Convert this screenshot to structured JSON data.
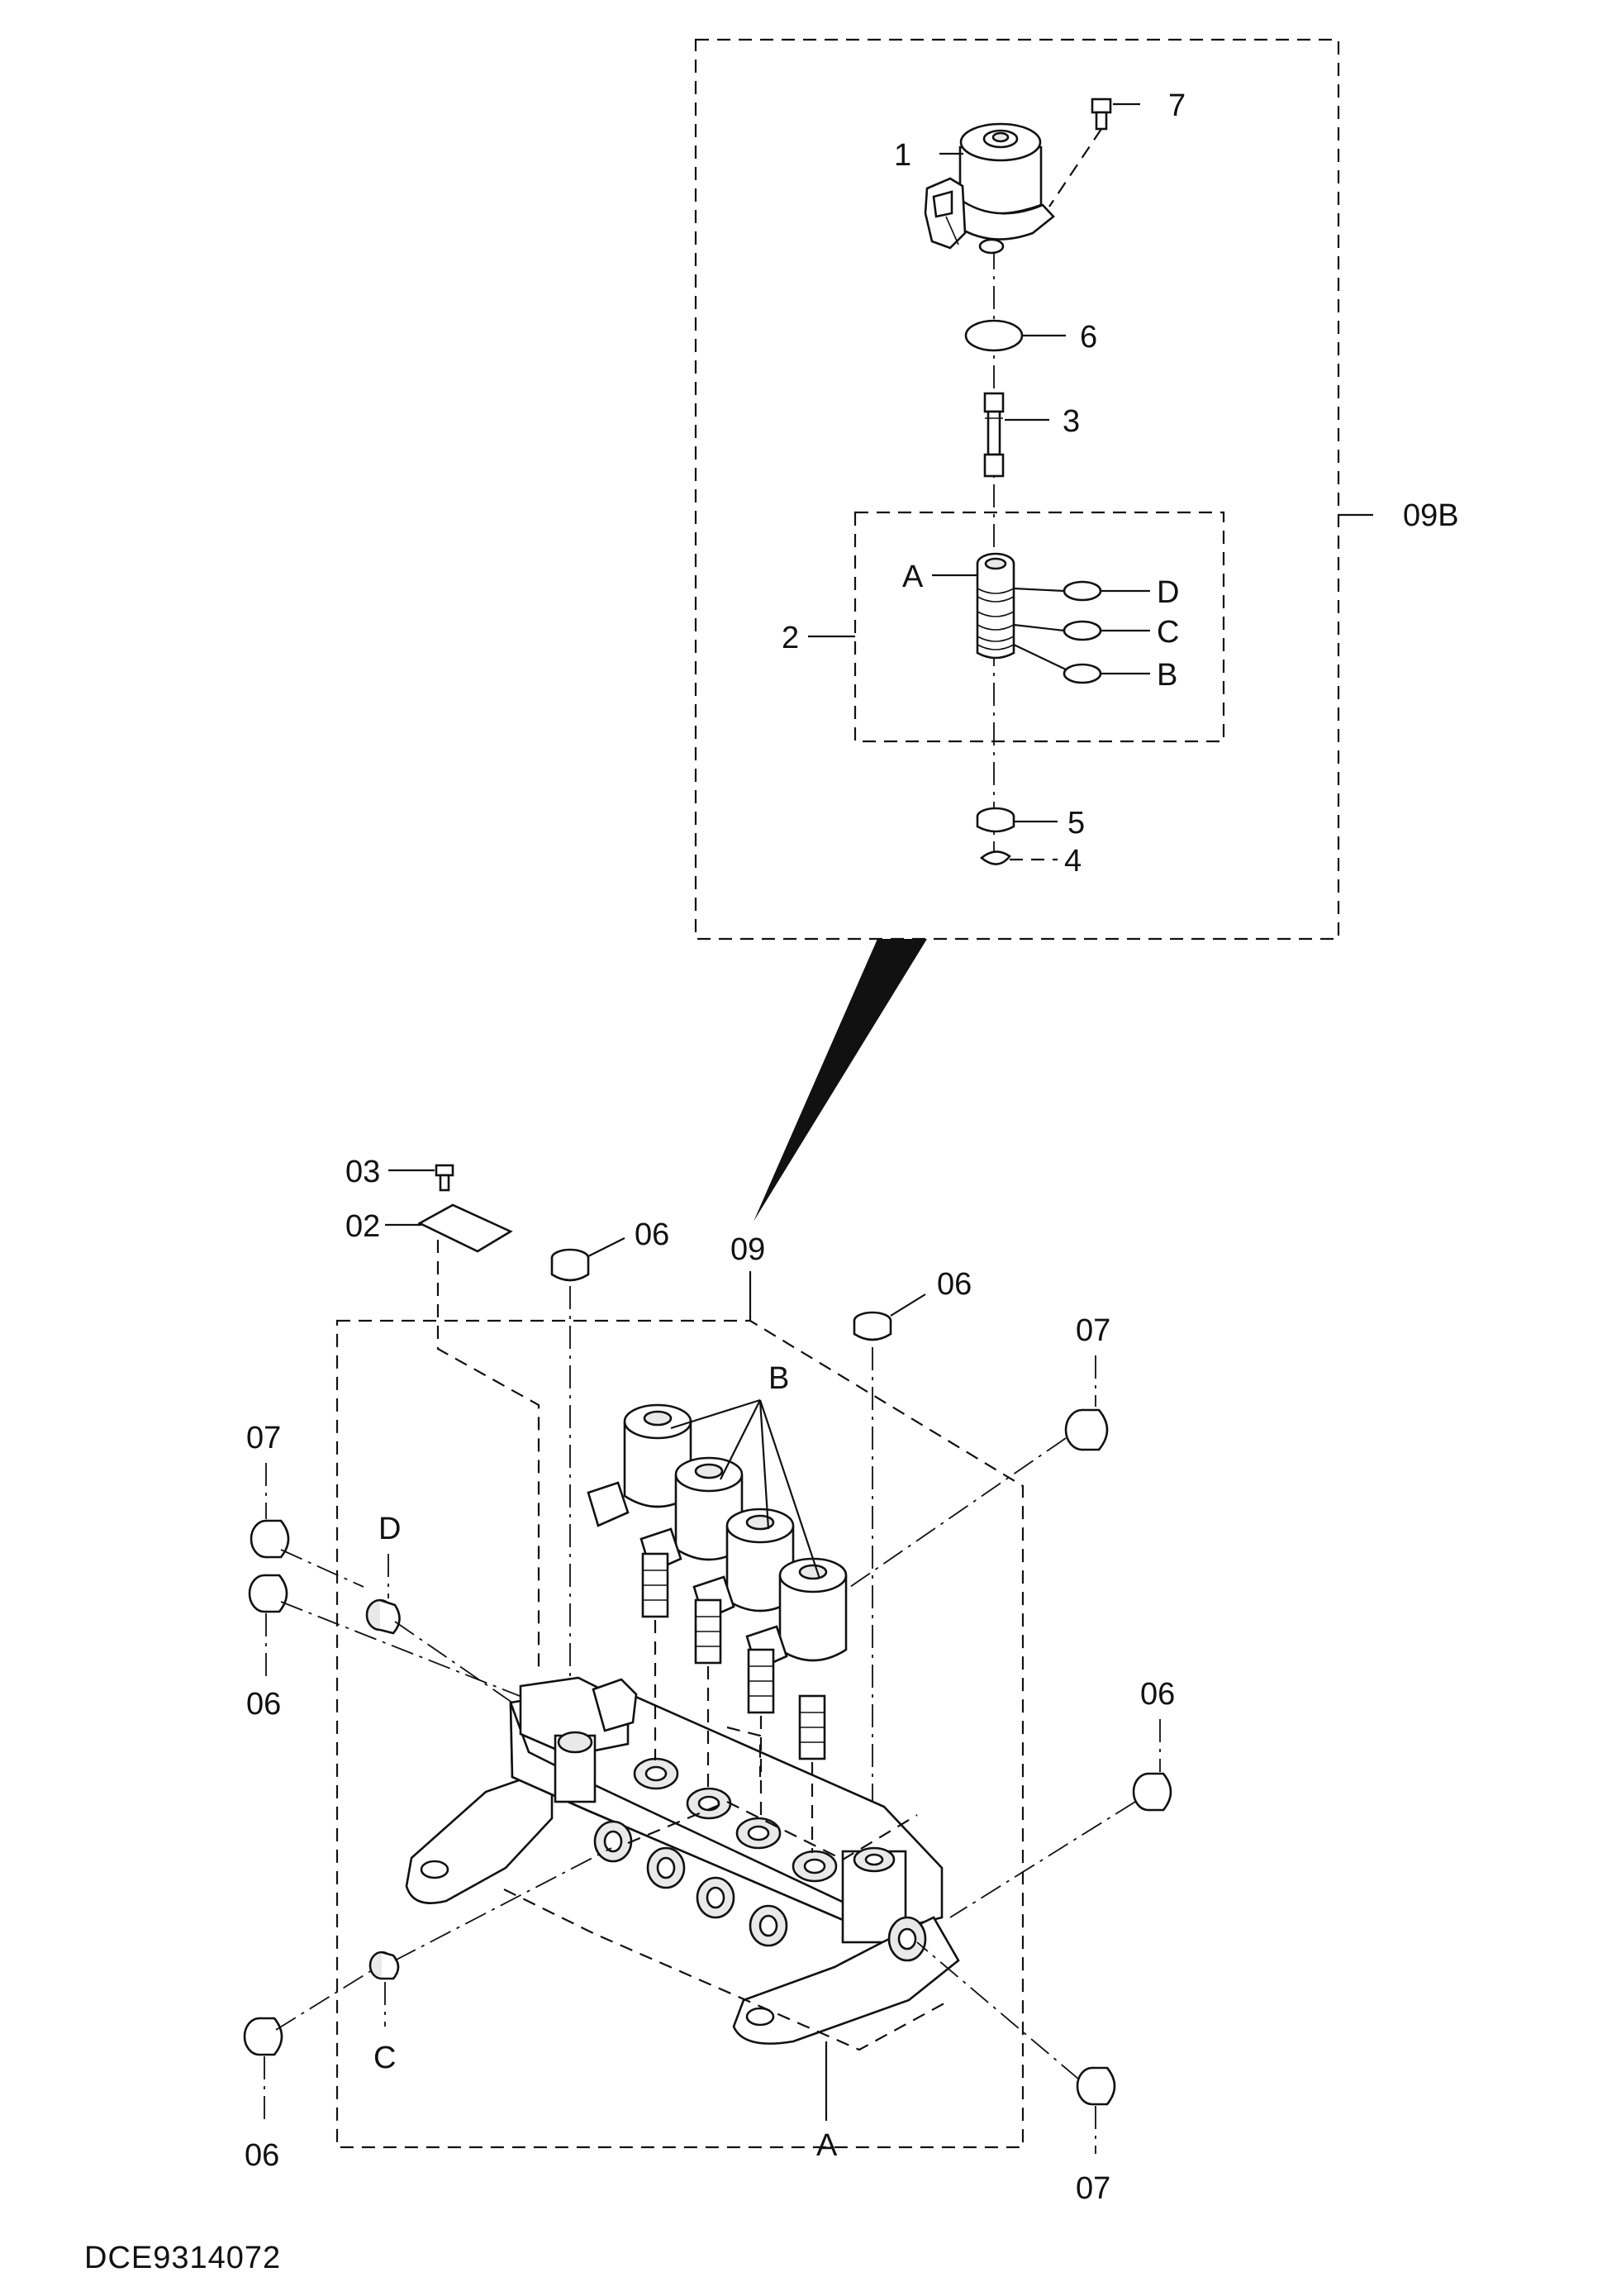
{
  "drawing_code": "DCE9314072",
  "detail_labels": {
    "p1": "1",
    "p2": "2",
    "p3": "3",
    "p4": "4",
    "p5": "5",
    "p6": "6",
    "p7": "7",
    "seal_a": "A",
    "seal_b": "B",
    "seal_c": "C",
    "seal_d": "D",
    "assy": "09B"
  },
  "main_labels": {
    "p03": "03",
    "p02": "02",
    "p06_top": "06",
    "p09": "09",
    "p06_top_right": "06",
    "p07_top_right": "07",
    "p07_left": "07",
    "p06_left": "06",
    "d_label": "D",
    "b_label": "B",
    "p06_right": "06",
    "c_label": "C",
    "p06_bottom_left": "06",
    "a_label": "A",
    "p07_bottom_right": "07"
  }
}
